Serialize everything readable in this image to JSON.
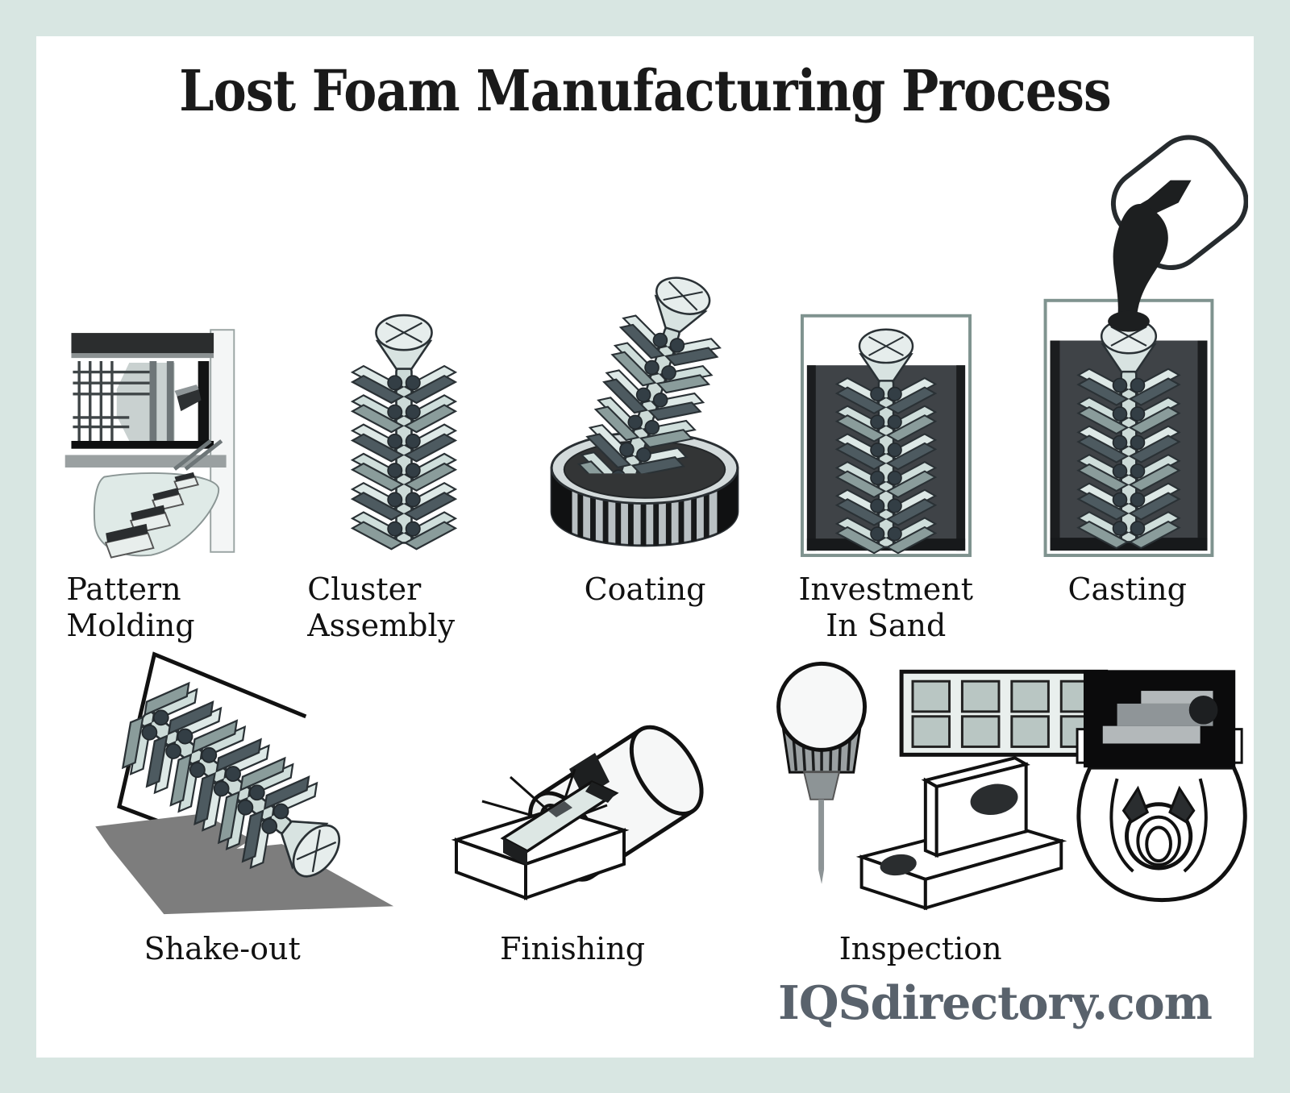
{
  "title": "Lost Foam Manufacturing Process",
  "steps": [
    {
      "label": "Pattern Molding",
      "icon": "molding-machine-icon"
    },
    {
      "label": "Cluster Assembly",
      "icon": "foam-cluster-icon"
    },
    {
      "label": "Coating",
      "icon": "coating-dip-tank-icon"
    },
    {
      "label": "Investment In Sand",
      "icon": "sand-container-icon"
    },
    {
      "label": "Casting",
      "icon": "pouring-ladle-icon"
    },
    {
      "label": "Shake-out",
      "icon": "shakeout-cluster-icon"
    },
    {
      "label": "Finishing",
      "icon": "grinding-machine-icon"
    },
    {
      "label": "Inspection",
      "icon": "inspection-probe-icon"
    }
  ],
  "watermark": "IQSdirectory.com",
  "colors": {
    "frame": "#d8e6e2",
    "background": "#ffffff",
    "ink": "#1a1a1a",
    "watermark_text": "#59626c",
    "foam_light": "#dde8e6",
    "foam_mid": "#8a9c9b",
    "foam_dark": "#4d5a60",
    "sand": "#3f4347",
    "molten_metal": "#1d1f20"
  }
}
